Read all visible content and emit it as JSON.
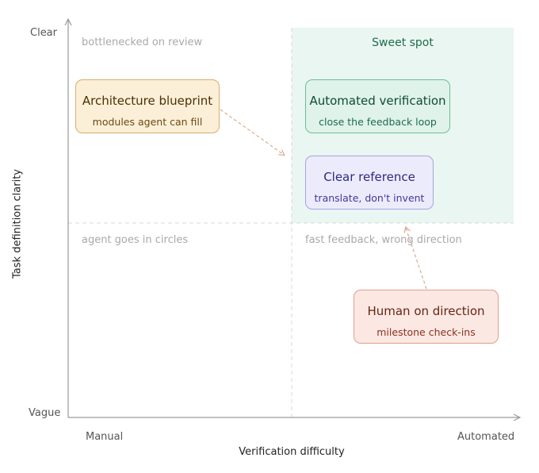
{
  "axes": {
    "y_title": "Task definition clarity",
    "y_top": "Clear",
    "y_bottom": "Vague",
    "x_title": "Verification difficulty",
    "x_left": "Manual",
    "x_right": "Automated"
  },
  "quadrants": {
    "top_left": "bottlenecked on review",
    "top_right": "Sweet spot",
    "bottom_left": "agent goes in circles",
    "bottom_right": "fast feedback, wrong direction"
  },
  "cards": {
    "architecture": {
      "title": "Architecture blueprint",
      "subtitle": "modules agent can fill"
    },
    "automated": {
      "title": "Automated verification",
      "subtitle": "close the feedback loop"
    },
    "reference": {
      "title": "Clear reference",
      "subtitle": "translate, don't invent"
    },
    "human": {
      "title": "Human on direction",
      "subtitle": "milestone check-ins"
    }
  },
  "colors": {
    "sweet_spot_fill": "#e9f6f1",
    "architecture": "#fcefd7",
    "automated": "#dff3ea",
    "reference": "#ecebfb",
    "human": "#fbe8e2",
    "arrow": "#d9a98e"
  }
}
